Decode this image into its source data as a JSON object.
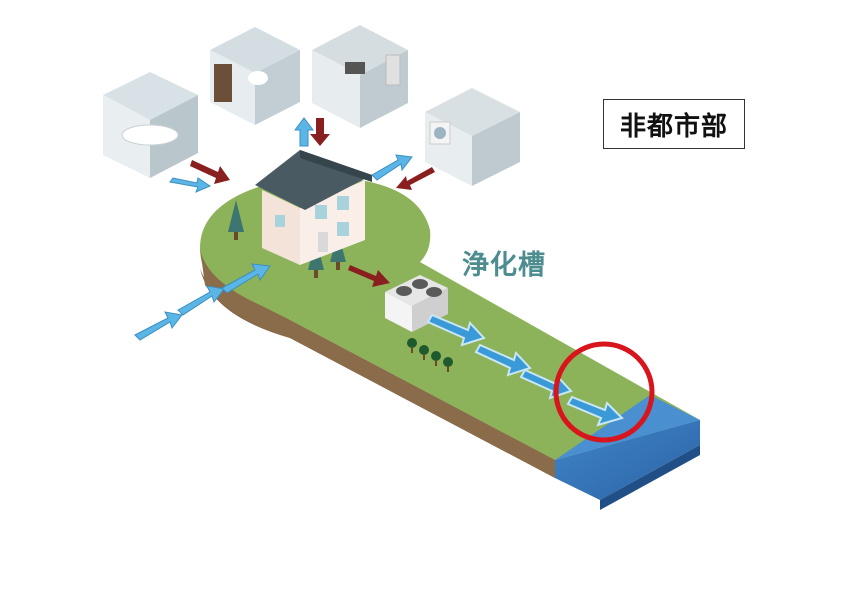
{
  "region_label": "非都市部",
  "tank_label": "浄化槽",
  "colors": {
    "ground": "#8db35a",
    "soil": "#8a6b4a",
    "water": "#3d7ec0",
    "clean_arrow": "#5bb5e6",
    "dirty_arrow": "#8a1f1f",
    "highlight": "#d8141c"
  },
  "rooms": [
    "bathroom",
    "toilet",
    "kitchen",
    "laundry"
  ]
}
